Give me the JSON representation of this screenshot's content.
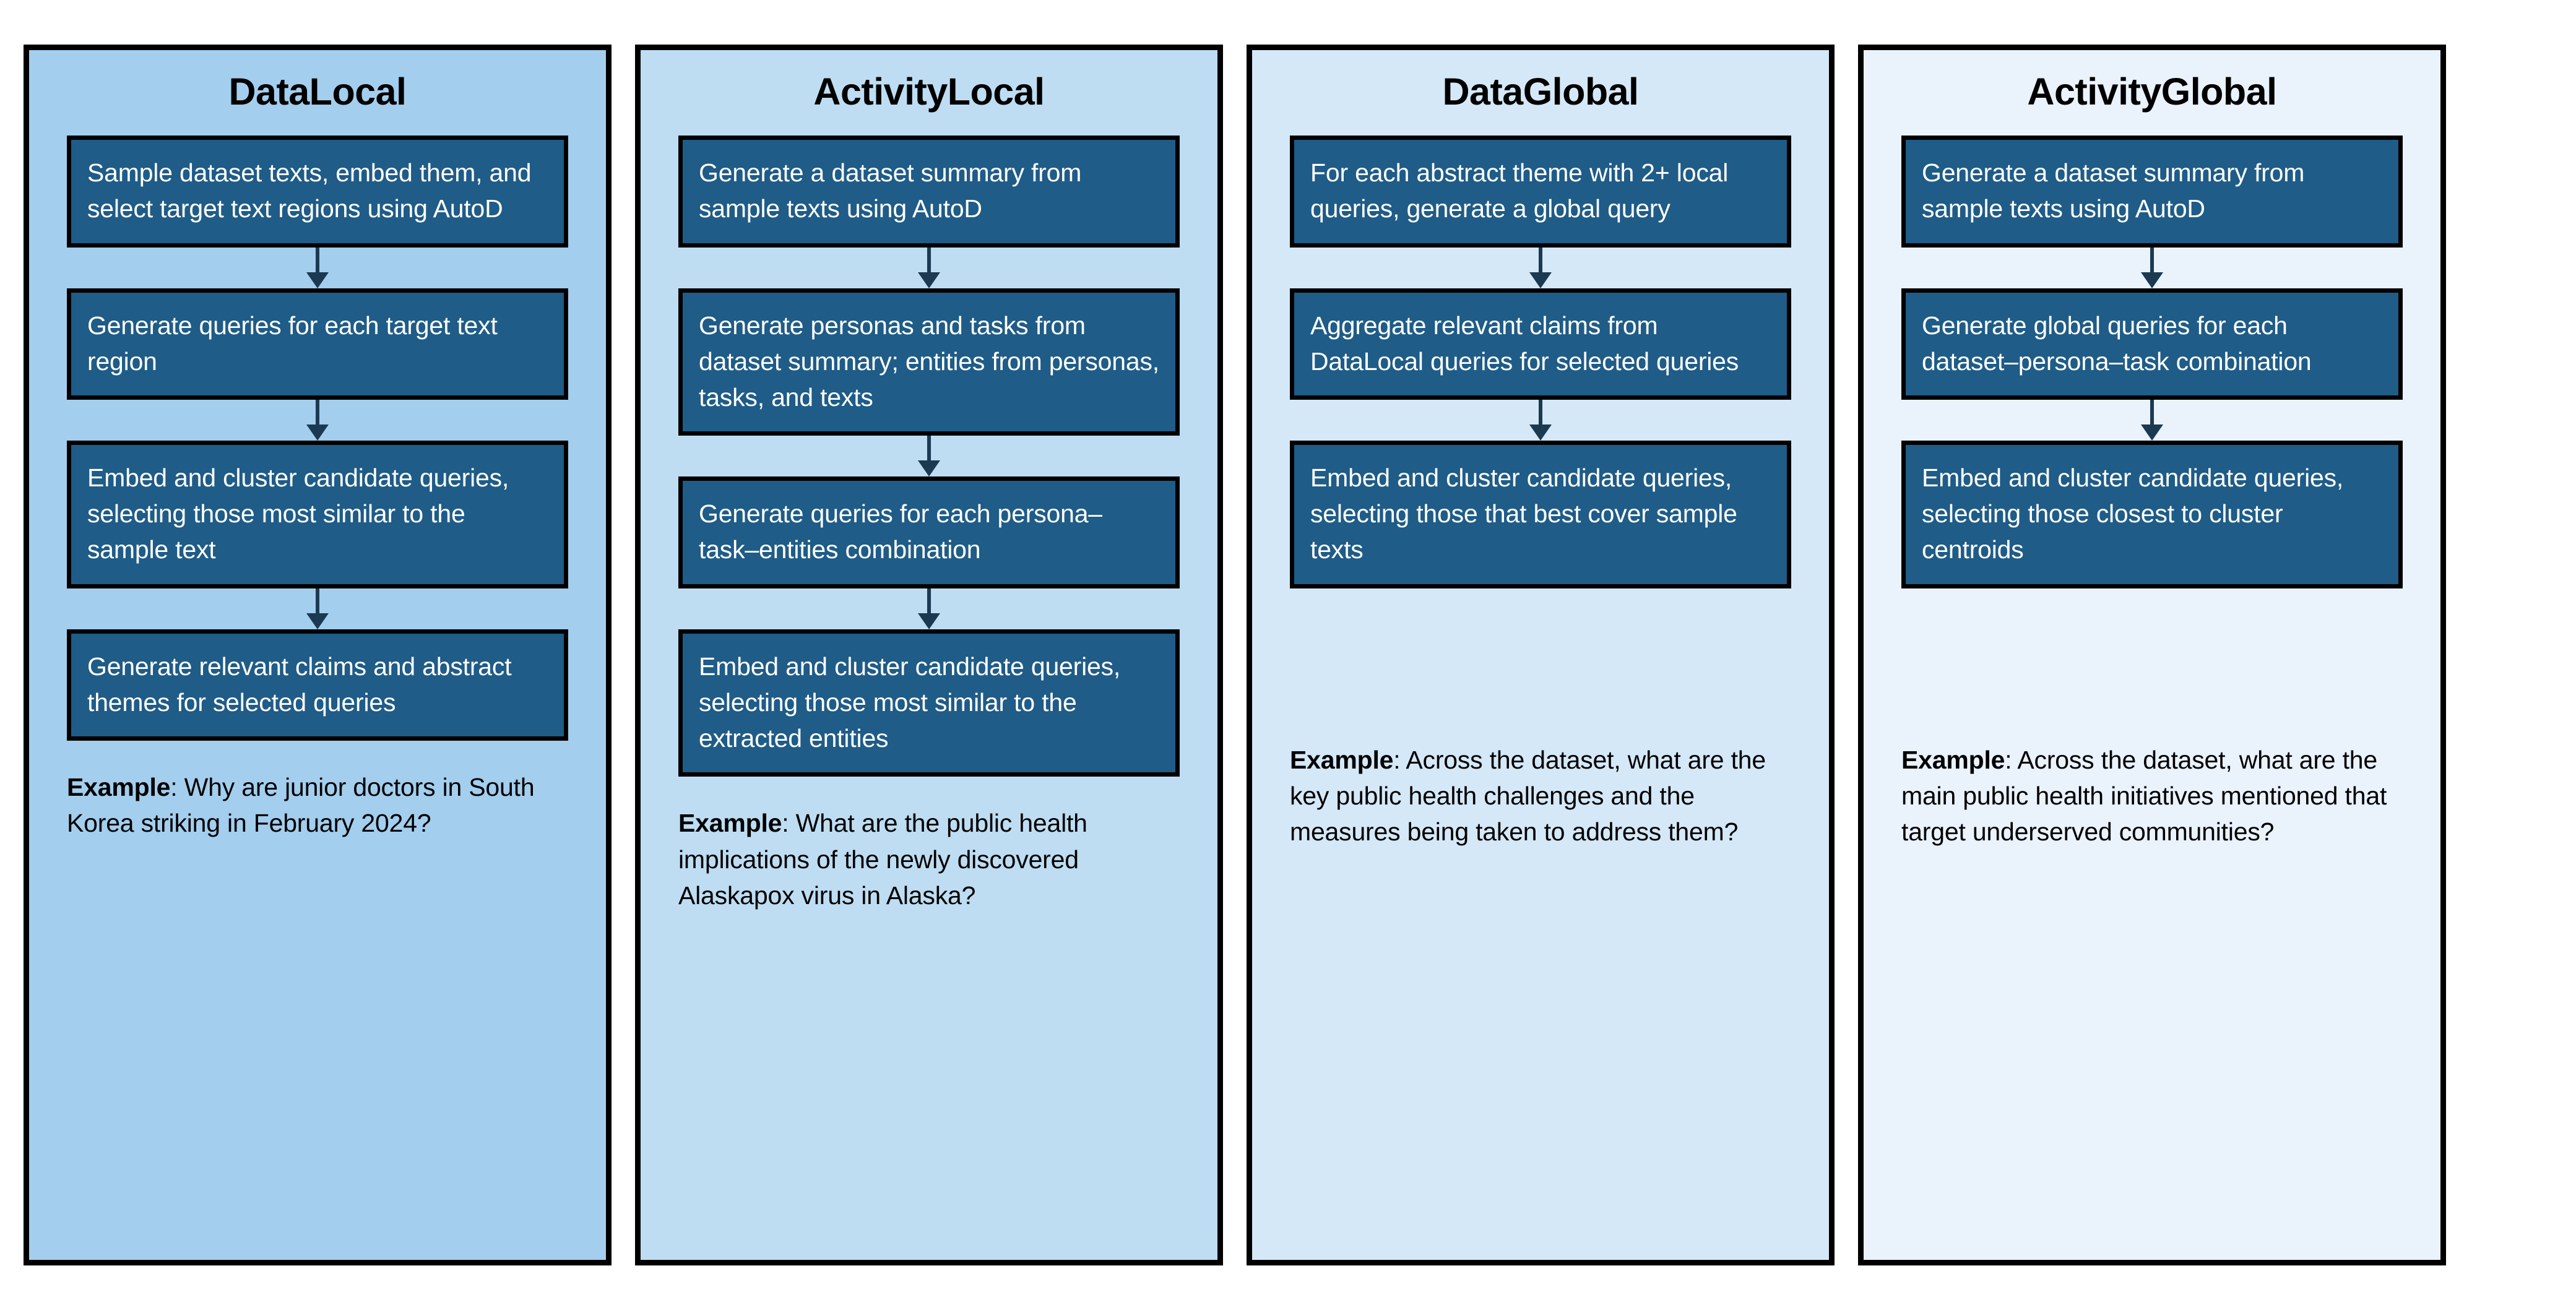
{
  "figure": {
    "panel_border_color": "#000000",
    "step_box_fill": "#1F5C87",
    "step_box_text_color": "#FFFFFF",
    "arrow_color": "#1B3A52",
    "example_label": "Example",
    "panel_backgrounds": [
      "#A3CEEE",
      "#BEDDF2",
      "#D5E8F7",
      "#EAF2FC"
    ]
  },
  "panels": [
    {
      "title": "DataLocal",
      "steps": [
        "Sample dataset texts, embed them, and select target text regions using AutoD",
        "Generate queries for each target text region",
        "Embed and cluster candidate queries, selecting those most similar to the sample text",
        "Generate relevant claims and abstract themes for selected queries"
      ],
      "example_label": "Example",
      "example_text": ": Why are junior doctors in South Korea striking in February 2024?"
    },
    {
      "title": "ActivityLocal",
      "steps": [
        "Generate a dataset summary from sample texts using AutoD",
        "Generate personas and tasks from dataset summary; entities from personas, tasks, and texts",
        "Generate queries for each persona–task–entities combination",
        "Embed and cluster candidate queries, selecting those most similar to the extracted entities"
      ],
      "example_label": "Example",
      "example_text": ": What are the public health implications of the newly discovered Alaskapox virus in Alaska?"
    },
    {
      "title": "DataGlobal",
      "steps": [
        "For each abstract theme with 2+ local queries, generate a global query",
        "Aggregate relevant claims from DataLocal queries for selected queries",
        "Embed and cluster candidate queries, selecting those that best cover sample texts"
      ],
      "example_label": "Example",
      "example_text": ": Across the dataset, what are the key public health challenges and the measures being taken to address them?"
    },
    {
      "title": "ActivityGlobal",
      "steps": [
        "Generate a dataset summary from sample texts using AutoD",
        "Generate global queries for each dataset–persona–task combination",
        "Embed and cluster candidate queries, selecting those closest to cluster centroids"
      ],
      "example_label": "Example",
      "example_text": ": Across the dataset, what are the main public health initiatives mentioned that target underserved communities?"
    }
  ]
}
